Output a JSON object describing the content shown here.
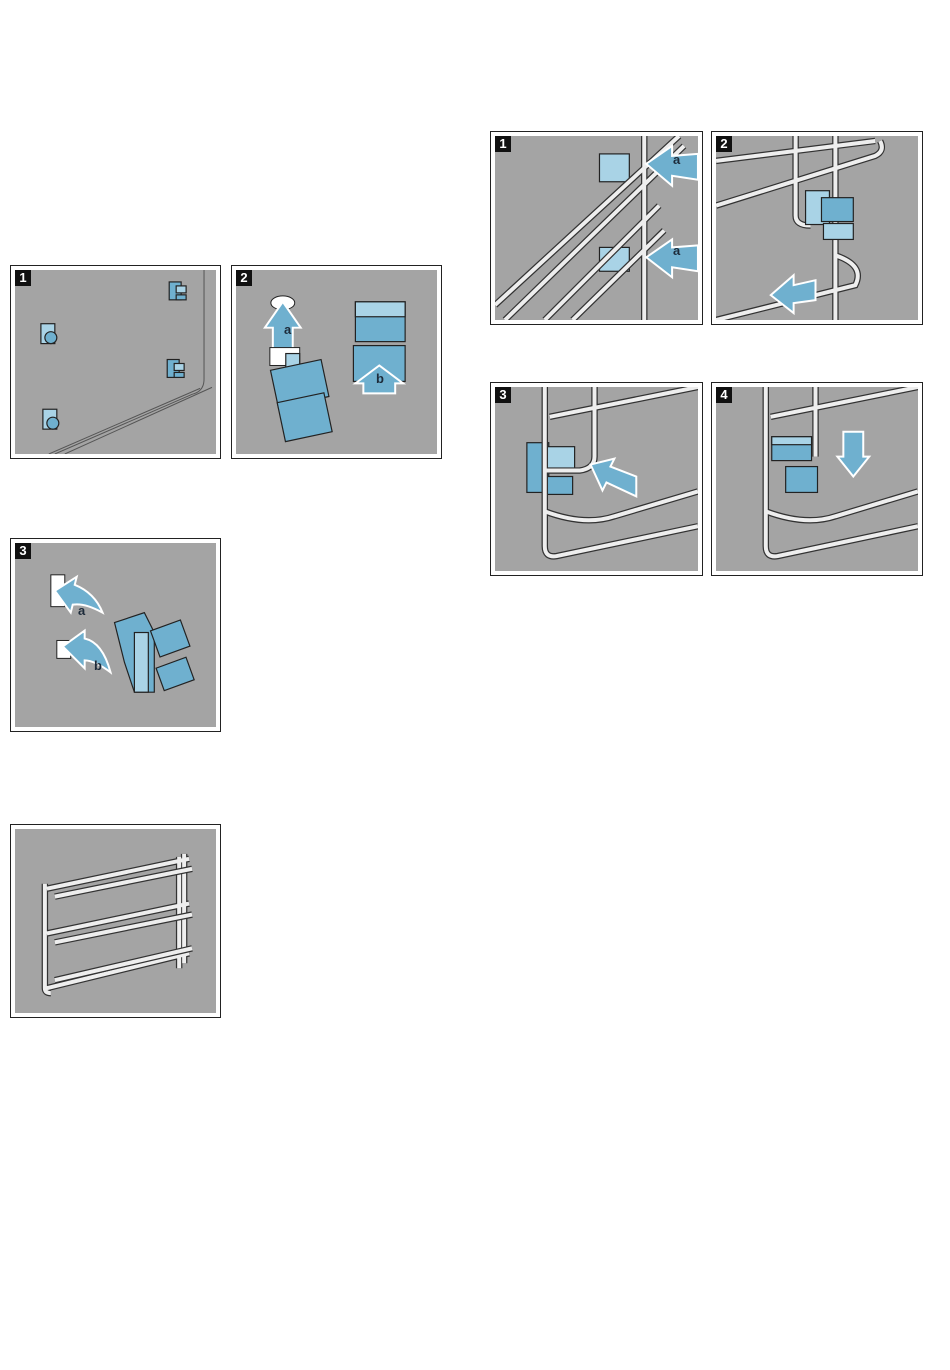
{
  "figures_left": [
    {
      "step": "1"
    },
    {
      "step": "2",
      "labels": [
        "a",
        "b"
      ]
    },
    {
      "step": "3",
      "labels": [
        "a",
        "b"
      ]
    },
    {
      "step": ""
    }
  ],
  "figures_right": [
    {
      "step": "1",
      "labels": [
        "a",
        "a"
      ]
    },
    {
      "step": "2"
    },
    {
      "step": "3"
    },
    {
      "step": "4"
    }
  ],
  "colors": {
    "panel_bg": "#a4a4a4",
    "part": "#6fb0cf",
    "part_light": "#a9d3e6"
  }
}
